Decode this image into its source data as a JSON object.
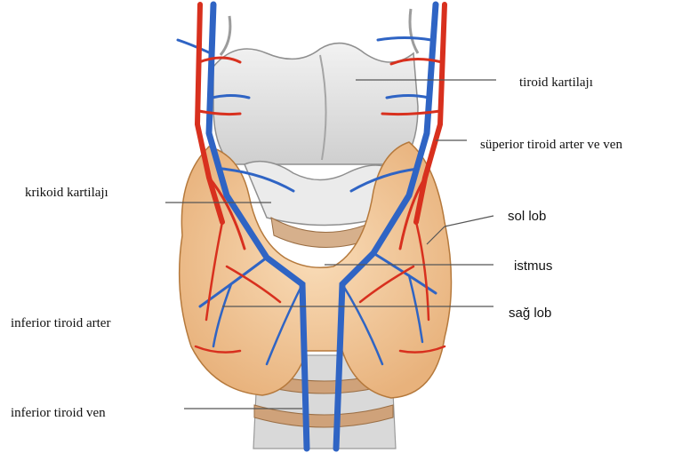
{
  "labels": {
    "thyroid_cartilage": "tiroid kartilajı",
    "superior_thyroid_artery_vein": "süperior tiroid arter ve ven",
    "cricoid_cartilage": "krikoid kartilajı",
    "left_lobe": "sol lob",
    "isthmus": "istmus",
    "inferior_thyroid_artery": "inferior tiroid arter",
    "right_lobe": "sağ lob",
    "inferior_thyroid_vein": "inferior tiroid ven"
  },
  "colors": {
    "artery": "#d8301e",
    "vein": "#2f64c4",
    "gland_fill": "#f2c79a",
    "gland_outline": "#b5793c",
    "cartilage": "#e4e4e4",
    "cartilage_outline": "#8f8f8f",
    "pointer_line": "#555555"
  }
}
